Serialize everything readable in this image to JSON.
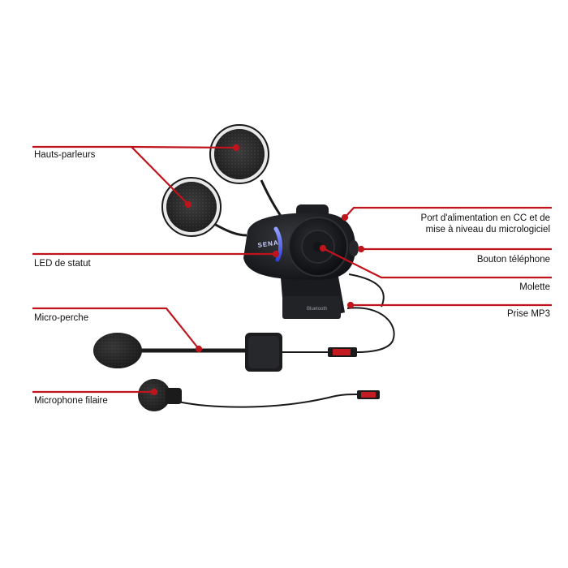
{
  "labels": {
    "speakers": "Hauts-parleurs",
    "status_led": "LED de statut",
    "boom_mic": "Micro-perche",
    "wired_mic": "Microphone filaire",
    "dc_port_line1": "Port d'alimentation en CC et de",
    "dc_port_line2": "mise à niveau du micrologiciel",
    "phone_button": "Bouton téléphone",
    "jog_dial": "Molette",
    "mp3_jack": "Prise MP3"
  },
  "device": {
    "brand": "SENA",
    "bluetooth_text": "Bluetooth"
  },
  "colors": {
    "callout_line": "#c0141c",
    "device_body": "#1c1d20",
    "led_glow": "#5a6cff"
  }
}
